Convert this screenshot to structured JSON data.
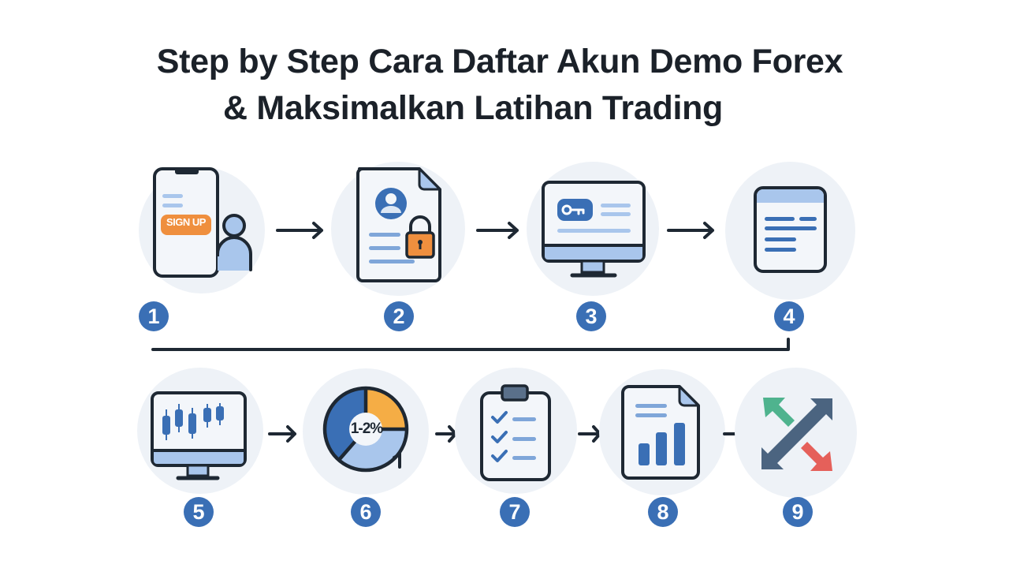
{
  "title": {
    "line1": "Step by Step Cara Daftar Akun Demo Forex",
    "line2": "& Maksimalkan Latihan Trading"
  },
  "colors": {
    "badge": "#3a6fb5",
    "stroke": "#1e2833",
    "circle_bg": "#eef2f7",
    "light_blue": "#a9c6ec",
    "mid_blue": "#3a6fb5",
    "orange": "#ef8f3e",
    "yellow_orange": "#f5ad45",
    "green": "#4fb38e",
    "red": "#e5605a",
    "slate": "#4b6480"
  },
  "steps": [
    {
      "number": "1",
      "icon": "phone-signup-icon",
      "button_label": "SIGN UP"
    },
    {
      "number": "2",
      "icon": "profile-document-lock-icon"
    },
    {
      "number": "3",
      "icon": "monitor-login-key-icon"
    },
    {
      "number": "4",
      "icon": "window-document-icon"
    },
    {
      "number": "5",
      "icon": "monitor-candlestick-chart-icon"
    },
    {
      "number": "6",
      "icon": "pie-chart-risk-icon",
      "center_label": "1-2%"
    },
    {
      "number": "7",
      "icon": "clipboard-checklist-icon"
    },
    {
      "number": "8",
      "icon": "report-bar-chart-icon"
    },
    {
      "number": "9",
      "icon": "diverging-arrows-icon"
    }
  ]
}
